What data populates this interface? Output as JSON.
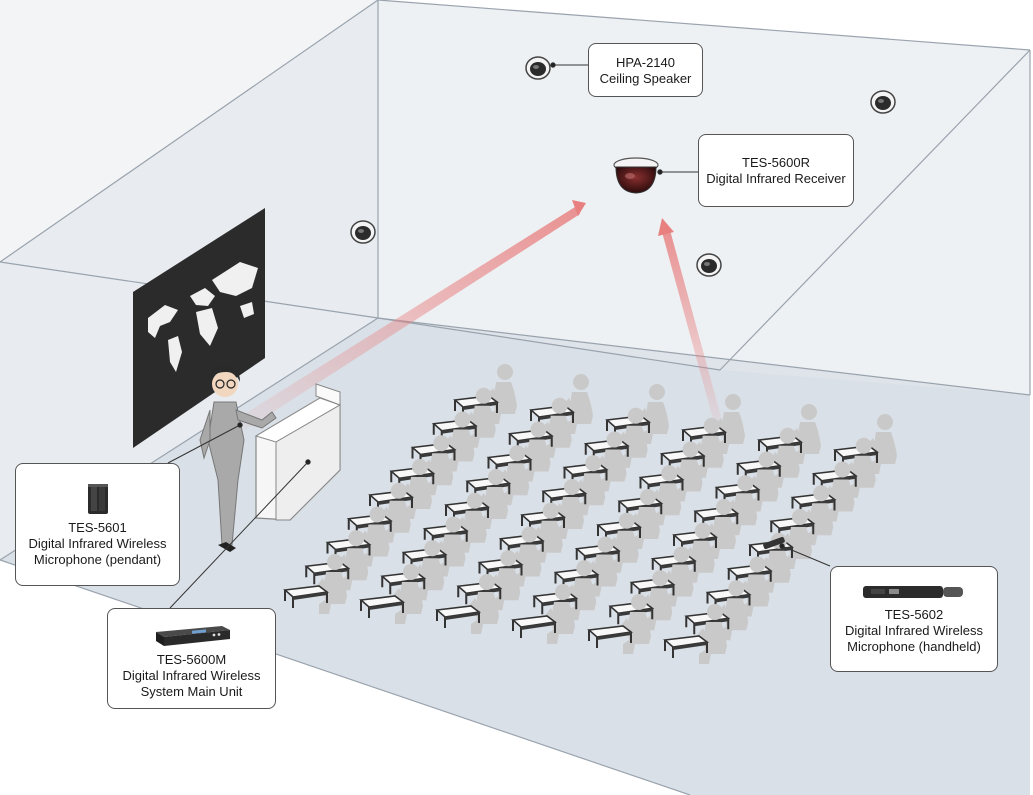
{
  "callouts": {
    "ceiling_speaker": {
      "model": "HPA-2140",
      "name": "Ceiling Speaker"
    },
    "ir_receiver": {
      "model": "TES-5600R",
      "name": "Digital Infrared Receiver"
    },
    "pendant_mic": {
      "model": "TES-5601",
      "line1": "Digital Infrared Wireless",
      "line2": "Microphone (pendant)"
    },
    "main_unit": {
      "model": "TES-5600M",
      "line1": "Digital Infrared Wireless",
      "line2": "System Main Unit"
    },
    "handheld_mic": {
      "model": "TES-5602",
      "line1": "Digital Infrared Wireless",
      "line2": "Microphone (handheld)"
    }
  },
  "colors": {
    "floor": "#dfe4ea",
    "back_wall": "#eef1f4",
    "left_wall": "#e8ecf0",
    "ceiling": "#f2f4f6",
    "ir_beam": "#e88080",
    "figure_gray": "#c9c9c9",
    "desk_dark": "#3a3a3a"
  },
  "icons": [
    "ceiling-speaker-icon",
    "dome-receiver-icon",
    "world-map-screen",
    "teacher-figure",
    "lectern",
    "pendant-mic-icon",
    "main-unit-icon",
    "handheld-mic-icon"
  ]
}
